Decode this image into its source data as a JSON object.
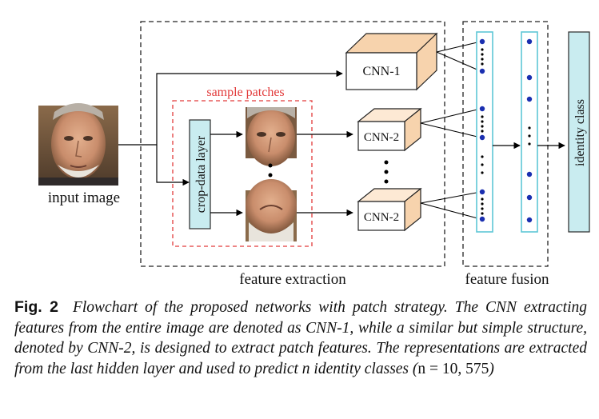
{
  "labels": {
    "input_image": "input image",
    "sample_patches": "sample patches",
    "crop_layer": "crop-data layer",
    "cnn1": "CNN-1",
    "cnn2_top": "CNN-2",
    "cnn2_bottom": "CNN-2",
    "identity_class": "identity class",
    "feature_extraction": "feature extraction",
    "feature_fusion": "feature fusion"
  },
  "caption": {
    "fig_label": "Fig. 2",
    "text": "Flowchart of the proposed networks with patch strategy. The CNN extracting features from the entire image are denoted as CNN-1, while a similar but simple structure, denoted by CNN-2, is designed to extract patch features. The representations are extracted from the last hidden layer and used to predict n identity classes (",
    "formula": "n = 10, 575",
    "close": ")"
  },
  "colors": {
    "cube_face": "#fde9d4",
    "cube_side": "#f7d3ad",
    "feature_border": "#5ec7d6",
    "identity_fill": "#c9ecf0",
    "node_dot": "#1a2fb0",
    "patch_box": "#e23b3b"
  }
}
